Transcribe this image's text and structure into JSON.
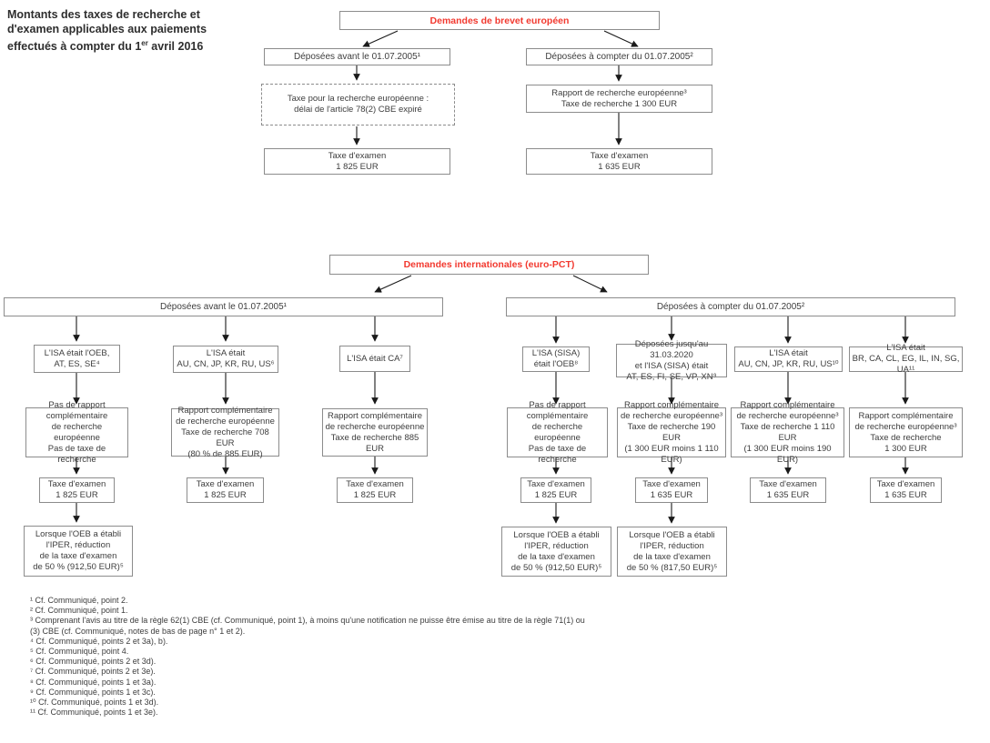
{
  "heading": {
    "line1": "Montants des taxes de recherche et",
    "line2": "d'examen applicables aux paiements",
    "line3_pre": "effectués à compter du 1",
    "line3_sup": "er",
    "line3_post": " avril 2016"
  },
  "colors": {
    "accent_red": "#f2392f",
    "box_border_gray": "#8c8c8c",
    "text_gray": "#3d3d3d"
  },
  "european": {
    "title": "Demandes de brevet européen",
    "left": {
      "filed": "Déposées avant le 01.07.2005¹",
      "search": "Taxe pour la recherche européenne :\ndélai de l'article 78(2) CBE expiré",
      "exam": "Taxe d'examen\n1 825 EUR"
    },
    "right": {
      "filed": "Déposées à compter du 01.07.2005²",
      "search": "Rapport de recherche européenne³\nTaxe de recherche 1 300 EUR",
      "exam": "Taxe d'examen\n1 635 EUR"
    }
  },
  "pct": {
    "title": "Demandes internationales (euro-PCT)",
    "left": {
      "filed": "Déposées avant le 01.07.2005¹",
      "columns": [
        {
          "isa": "L'ISA était l'OEB,\nAT, ES, SE⁴",
          "report": "Pas de rapport\ncomplémentaire\nde recherche européenne\nPas de taxe de recherche",
          "exam": "Taxe d'examen\n1 825 EUR",
          "iper": "Lorsque l'OEB a établi\nl'IPER, réduction\nde la taxe d'examen\nde 50 % (912,50 EUR)⁵"
        },
        {
          "isa": "L'ISA était\nAU, CN, JP, KR, RU, US⁶",
          "report": "Rapport complémentaire\nde recherche européenne\nTaxe de recherche 708 EUR\n(80 % de 885 EUR)",
          "exam": "Taxe d'examen\n1 825 EUR"
        },
        {
          "isa": "L'ISA était CA⁷",
          "report": "Rapport complémentaire\nde recherche européenne\nTaxe de recherche 885 EUR",
          "exam": "Taxe d'examen\n1 825 EUR"
        }
      ]
    },
    "right": {
      "filed": "Déposées à compter du 01.07.2005²",
      "columns": [
        {
          "isa": "L'ISA (SISA)\nétait l'OEB⁸",
          "report": "Pas de rapport\ncomplémentaire\nde recherche européenne\nPas de taxe de recherche",
          "exam": "Taxe d'examen\n1 825 EUR",
          "iper": "Lorsque l'OEB a établi\nl'IPER, réduction\nde la taxe d'examen\nde 50 % (912,50 EUR)⁵"
        },
        {
          "isa": "Déposées jusqu'au 31.03.2020\net l'ISA (SISA) était\nAT, ES, FI, SE, VP, XN⁹",
          "report": "Rapport complémentaire\nde recherche européenne³\nTaxe de recherche 190 EUR\n(1 300 EUR moins 1 110 EUR)",
          "exam": "Taxe d'examen\n1 635 EUR",
          "iper": "Lorsque l'OEB a établi\nl'IPER, réduction\nde la taxe d'examen\nde 50 % (817,50 EUR)⁵"
        },
        {
          "isa": "L'ISA était\nAU, CN, JP, KR, RU, US¹⁰",
          "report": "Rapport complémentaire\nde recherche européenne³\nTaxe de recherche 1 110 EUR\n(1 300 EUR moins 190 EUR)",
          "exam": "Taxe d'examen\n1 635 EUR"
        },
        {
          "isa": "L'ISA était\nBR, CA, CL, EG, IL, IN, SG, UA¹¹",
          "report": "Rapport complémentaire\nde recherche européenne³\nTaxe de recherche\n1 300 EUR",
          "exam": "Taxe d'examen\n1 635 EUR"
        }
      ]
    }
  },
  "footnotes": [
    "¹ Cf. Communiqué, point 2.",
    "² Cf. Communiqué, point 1.",
    "³ Comprenant l'avis au titre de la règle 62(1) CBE (cf. Communiqué, point 1), à moins qu'une notification ne puisse être émise au titre de la règle 71(1) ou\n(3) CBE (cf. Communiqué, notes de bas de page n° 1 et 2).",
    "⁴ Cf. Communiqué, points 2 et 3a), b).",
    "⁵ Cf. Communiqué, point 4.",
    "⁶ Cf. Communiqué, points 2 et 3d).",
    "⁷ Cf. Communiqué, points 2 et 3e).",
    "⁸ Cf. Communiqué, points 1 et 3a).",
    "⁹ Cf. Communiqué, points 1 et 3c).",
    "¹⁰ Cf. Communiqué, points 1 et 3d).",
    "¹¹ Cf. Communiqué, points 1 et 3e)."
  ]
}
